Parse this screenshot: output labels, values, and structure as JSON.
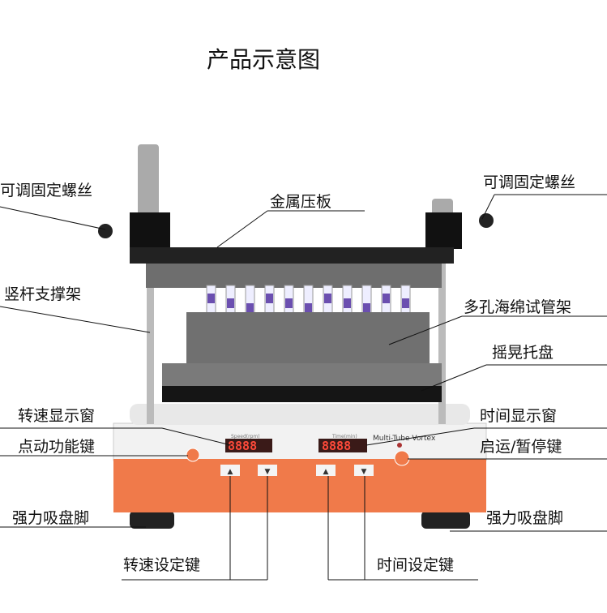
{
  "title": "产品示意图",
  "labels": {
    "adjust_screw_left": "可调固定螺丝",
    "adjust_screw_right": "可调固定螺丝",
    "metal_plate": "金属压板",
    "support_rod": "竖杆支撑架",
    "sponge_rack": "多孔海绵试管架",
    "shaking_tray": "摇晃托盘",
    "speed_display": "转速显示窗",
    "time_display": "时间显示窗",
    "jog_key": "点动功能键",
    "start_pause_key": "启运/暂停键",
    "suction_foot_left": "强力吸盘脚",
    "suction_foot_right": "强力吸盘脚",
    "speed_set_keys": "转速设定键",
    "time_set_keys": "时间设定键"
  },
  "device": {
    "speed_caption": "Speed(rpm)",
    "time_caption": "Time(min)",
    "speed_value": "8888",
    "time_value": "8888",
    "brand_text": "Multi-Tube Vortex",
    "up_arrow": "▲",
    "down_arrow": "▼",
    "orange": "#f07a4a"
  }
}
